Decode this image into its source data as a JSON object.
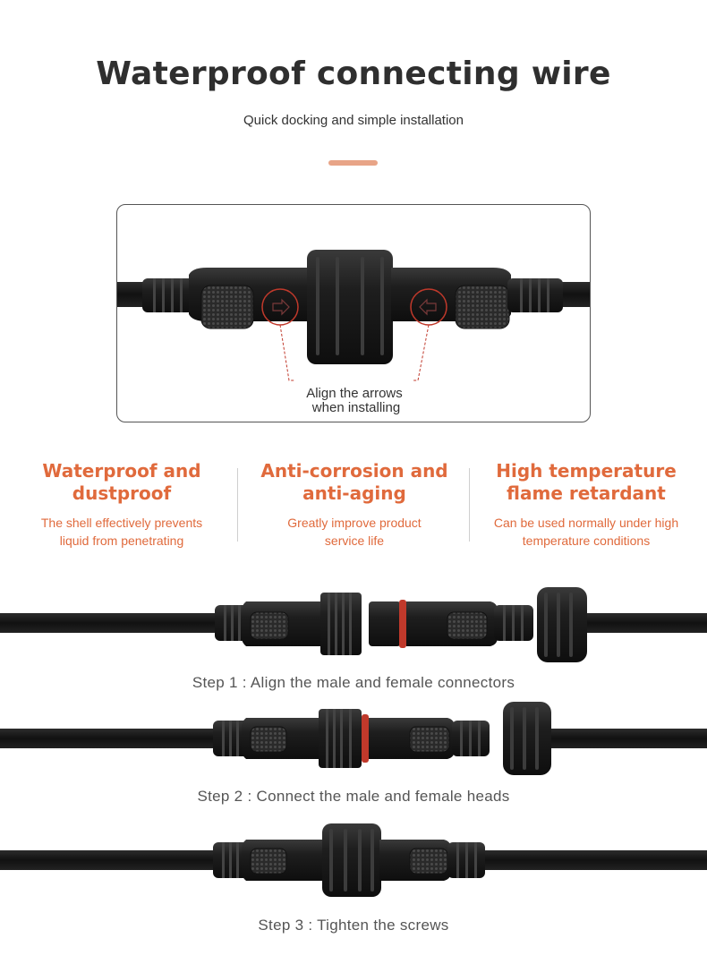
{
  "header": {
    "title": "Waterproof connecting wire",
    "subtitle": "Quick docking and simple installation"
  },
  "hero": {
    "callout_line1": "Align the arrows",
    "callout_line2": "when installing"
  },
  "features": [
    {
      "title_line1": "Waterproof and",
      "title_line2": "dustproof",
      "desc_line1": "The shell effectively prevents",
      "desc_line2": "liquid from penetrating"
    },
    {
      "title_line1": "Anti-corrosion and",
      "title_line2": "anti-aging",
      "desc_line1": "Greatly improve product",
      "desc_line2": "service life"
    },
    {
      "title_line1": "High temperature",
      "title_line2": "flame retardant",
      "desc_line1": "Can be used normally under high",
      "desc_line2": "temperature conditions"
    }
  ],
  "steps": [
    {
      "label": "Step 1 : Align the male and female connectors"
    },
    {
      "label": "Step 2 : Connect the male and female heads"
    },
    {
      "label": "Step 3 : Tighten the screws"
    }
  ],
  "colors": {
    "accent": "#e06a3c",
    "accent_bar": "#e8a487",
    "cable": "#1c1c1c",
    "seal_ring": "#c0392b"
  }
}
